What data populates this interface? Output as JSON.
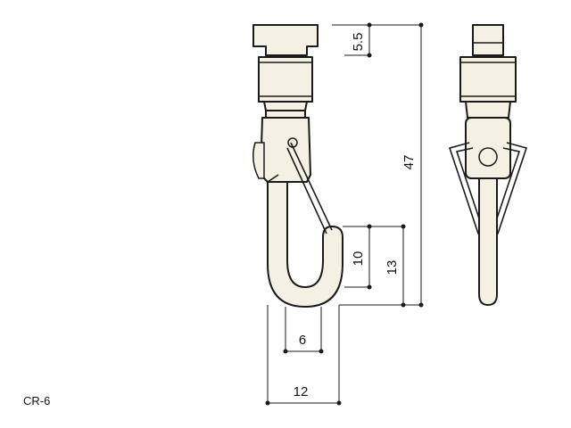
{
  "product_code": "CR-6",
  "dimensions": {
    "top_height": "5.5",
    "total_length": "47",
    "hook_inner": "10",
    "hook_outer": "13",
    "opening_width": "6",
    "hook_width": "12"
  }
}
